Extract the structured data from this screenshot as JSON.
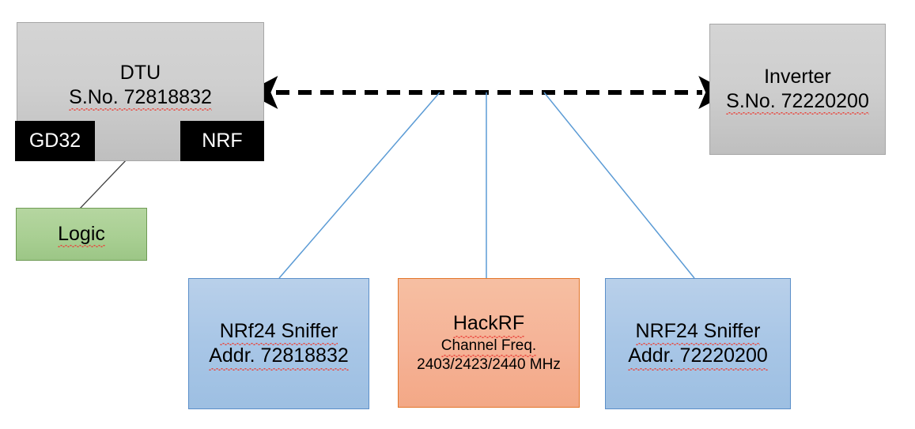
{
  "diagram": {
    "title": "HackRF / NRF24 sniffing setup block diagram",
    "colors": {
      "grey_fill": "#cfcfcf",
      "grey_border": "#a6a6a6",
      "black_fill": "#000000",
      "green_fill": "#a9cf93",
      "green_border": "#6f9b55",
      "blue_fill": "#a8c6e6",
      "blue_border": "#5b8fc9",
      "orange_fill": "#f5b296",
      "orange_border": "#e2762a",
      "connector_blue": "#5b9bd5",
      "connector_black": "#000000",
      "spellcheck_red": "#e8453c"
    },
    "nodes": {
      "dtu": {
        "line1": "DTU",
        "line2": "S.No. 72818832"
      },
      "gd32": {
        "label": "GD32"
      },
      "nrf": {
        "label": "NRF"
      },
      "logic": {
        "label": "Logic"
      },
      "inverter": {
        "line1": "Inverter",
        "line2": "S.No. 72220200"
      },
      "sniffer_left": {
        "line1": "NRf24 Sniffer",
        "line2": "Addr. 72818832"
      },
      "hackrf": {
        "line1": "HackRF",
        "line2": "Channel Freq.",
        "line3": "2403/2423/2440 MHz"
      },
      "sniffer_right": {
        "line1": "NRF24 Sniffer",
        "line2": "Addr. 72220200"
      }
    },
    "connectors": [
      {
        "name": "dtu-inverter-rf-link",
        "style": "dashed",
        "arrows": "both",
        "color": "#000000"
      },
      {
        "name": "gd32-nrf-link",
        "style": "solid",
        "arrows": "both",
        "color": "#000000"
      },
      {
        "name": "logic-to-dtu-probe",
        "style": "solid",
        "arrows": "none",
        "color": "#000000"
      },
      {
        "name": "sniffer-left-tap",
        "style": "solid",
        "arrows": "none",
        "color": "#5b9bd5"
      },
      {
        "name": "hackrf-tap",
        "style": "solid",
        "arrows": "none",
        "color": "#5b9bd5"
      },
      {
        "name": "sniffer-right-tap",
        "style": "solid",
        "arrows": "none",
        "color": "#5b9bd5"
      }
    ]
  }
}
